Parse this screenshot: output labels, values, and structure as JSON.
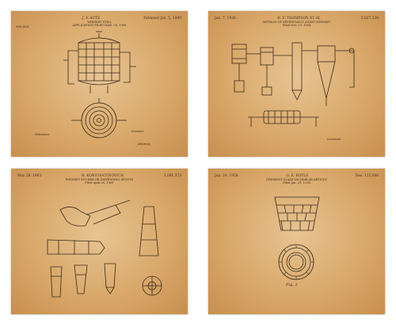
{
  "sheets": [
    {
      "left_number": "908,403",
      "header_center": "J. F. AUTE",
      "header_right": "Patented Jan. 5, 1909",
      "title_line1": "WHISKEY STILL",
      "title_line2": "APPLICATION FILED MAR. 28, 1908",
      "witnesses_label": "Witnesses",
      "inventor_label": "Inventor",
      "attorney_label": "Attorney"
    },
    {
      "header_left": "Jan. 7, 1936.",
      "header_center": "H. F. THOMPSON ET AL",
      "header_right": "2,027,129",
      "title_line1": "METHOD OF ARTIFICIALLY AGING WHISKEY",
      "title_line2": "Filed Nov. 29, 1934",
      "inventor_label": "Inventors"
    },
    {
      "header_left": "May 28, 1963",
      "header_center": "R. KONSTANTINOVICH",
      "header_right": "3,091,373",
      "title_line1": "WHISKEY POURER OR DISPENSING SPOUTS",
      "title_line2": "Filed April 20, 1961"
    },
    {
      "header_left": "Jan. 24, 1928.",
      "header_center": "G. E. BOYLE",
      "header_right": "Des. 115,080",
      "title_line1": "DRINKING GLASS OR SIMILAR ARTICLE",
      "title_line2": "Filed Jan. 29, 1938",
      "fig_label": "Fig. 2"
    }
  ],
  "colors": {
    "paper_light": "#e7c493",
    "paper_dark": "#c88f4f",
    "ink": "#3a2a1a"
  }
}
